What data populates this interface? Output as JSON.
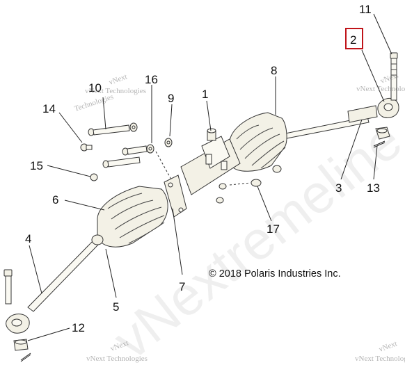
{
  "diagram": {
    "callouts": {
      "c1": "1",
      "c2": "2",
      "c3": "3",
      "c4": "4",
      "c5": "5",
      "c6": "6",
      "c7": "7",
      "c8": "8",
      "c9": "9",
      "c10": "10",
      "c11": "11",
      "c12": "12",
      "c13": "13",
      "c14": "14",
      "c15": "15",
      "c16": "16",
      "c17": "17"
    },
    "highlighted_callout": "2",
    "highlight_color": "#c0141a",
    "copyright": "© 2018 Polaris Industries Inc."
  },
  "watermark": {
    "small_line1": "vNext",
    "small_line2": "vNext Technologies",
    "small_line3": "Technologies",
    "big_text": "vNextremeline"
  }
}
